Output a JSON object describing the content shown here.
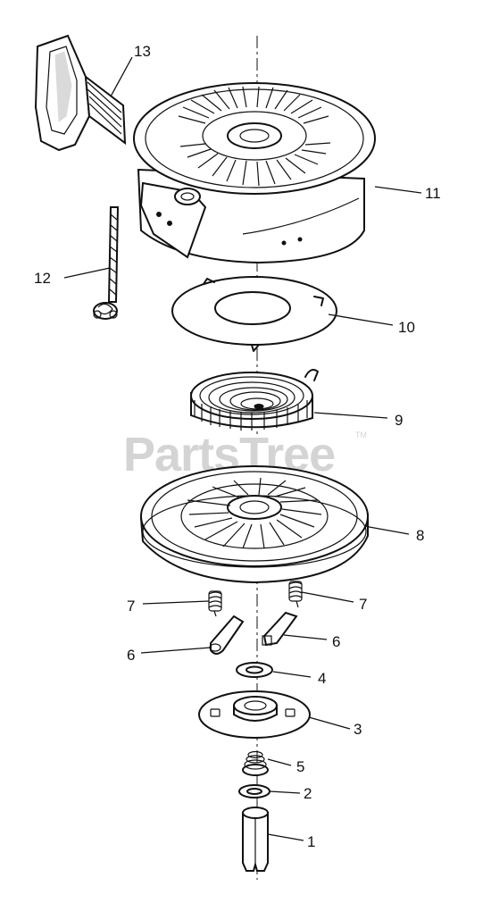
{
  "watermark": {
    "text": "PartsTree",
    "trademark": "TM"
  },
  "callouts": {
    "c1": "1",
    "c2": "2",
    "c3": "3",
    "c4": "4",
    "c5": "5",
    "c6a": "6",
    "c6b": "6",
    "c7a": "7",
    "c7b": "7",
    "c8": "8",
    "c9": "9",
    "c10": "10",
    "c11": "11",
    "c12": "12",
    "c13": "13"
  }
}
